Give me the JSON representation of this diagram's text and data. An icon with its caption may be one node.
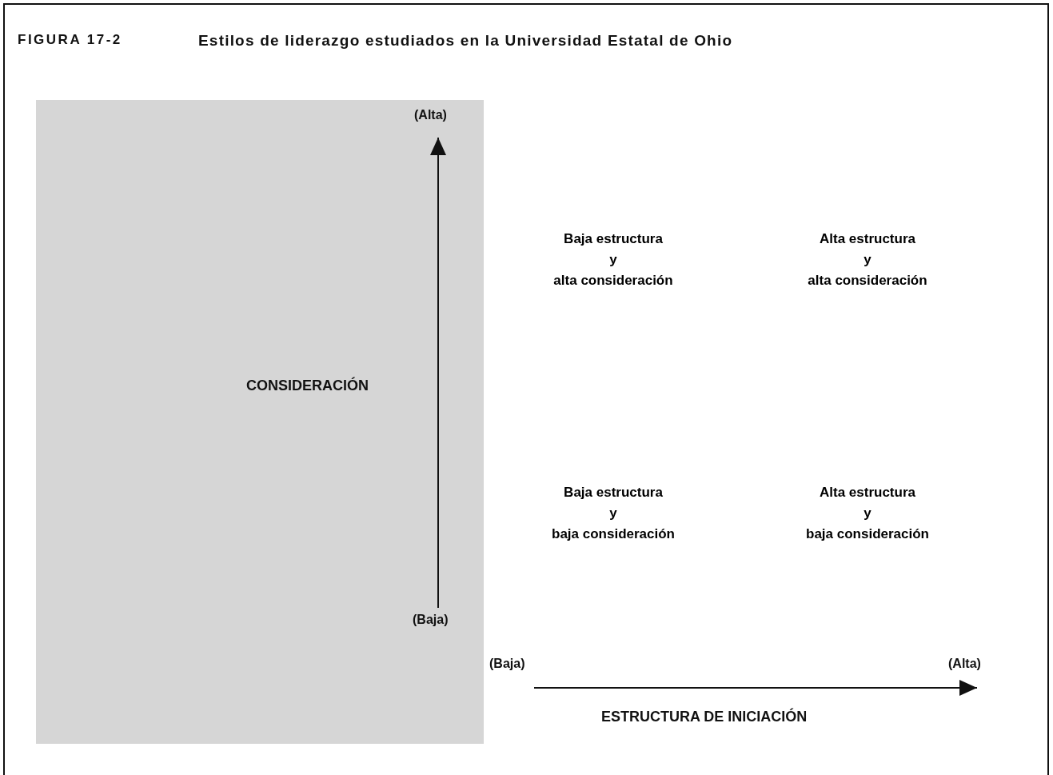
{
  "diagram": {
    "title": "Estilos de liderazgo estudiados en la Universidad Estatal de Ohio",
    "labels": [
      "FIGURA 17-2",
      "(Alta)",
      "Baja estructura y alta consideración",
      "Alta estructura y alta consideración",
      "CONSIDERACIÓN",
      "Baja estructura y baja consideración",
      "Alta estructura y baja consideración",
      "(Baja)",
      "(Baja)",
      "(Alta)",
      "ESTRUCTURA DE INICIACIÓN"
    ]
  }
}
